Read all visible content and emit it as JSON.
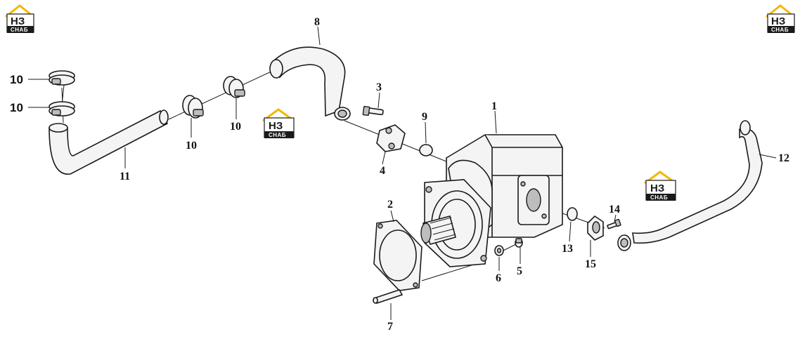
{
  "logo": {
    "mark": "НЗ",
    "word": "СНАБ",
    "accent": "#f2b705"
  },
  "callouts": {
    "c1": "1",
    "c2": "2",
    "c3": "3",
    "c4": "4",
    "c5": "5",
    "c6": "6",
    "c7": "7",
    "c8": "8",
    "c9": "9",
    "c10a": "10",
    "c10b": "10",
    "c10c": "10",
    "c10d": "10",
    "c11": "11",
    "c12": "12",
    "c13": "13",
    "c14": "14",
    "c15": "15"
  }
}
